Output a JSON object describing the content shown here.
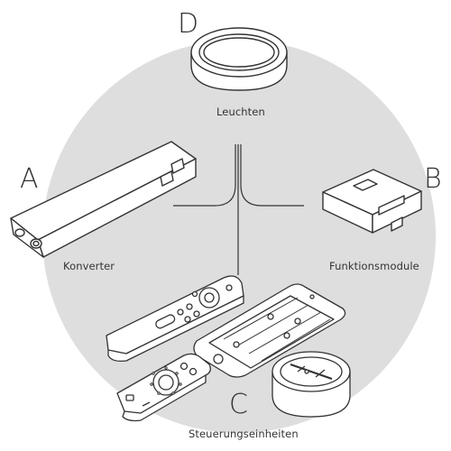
{
  "diagram": {
    "colors": {
      "circle": "#dedede",
      "line": "#333333",
      "fill": "#ffffff"
    },
    "groups": {
      "leuchten": {
        "letter": "D",
        "caption": "Leuchten"
      },
      "konverter": {
        "letter": "A",
        "caption": "Konverter"
      },
      "funktionsmodule": {
        "letter": "B",
        "caption": "Funktionsmodule"
      },
      "steuerungseinheiten": {
        "letter": "C",
        "caption": "Steuerungseinheiten"
      }
    }
  }
}
